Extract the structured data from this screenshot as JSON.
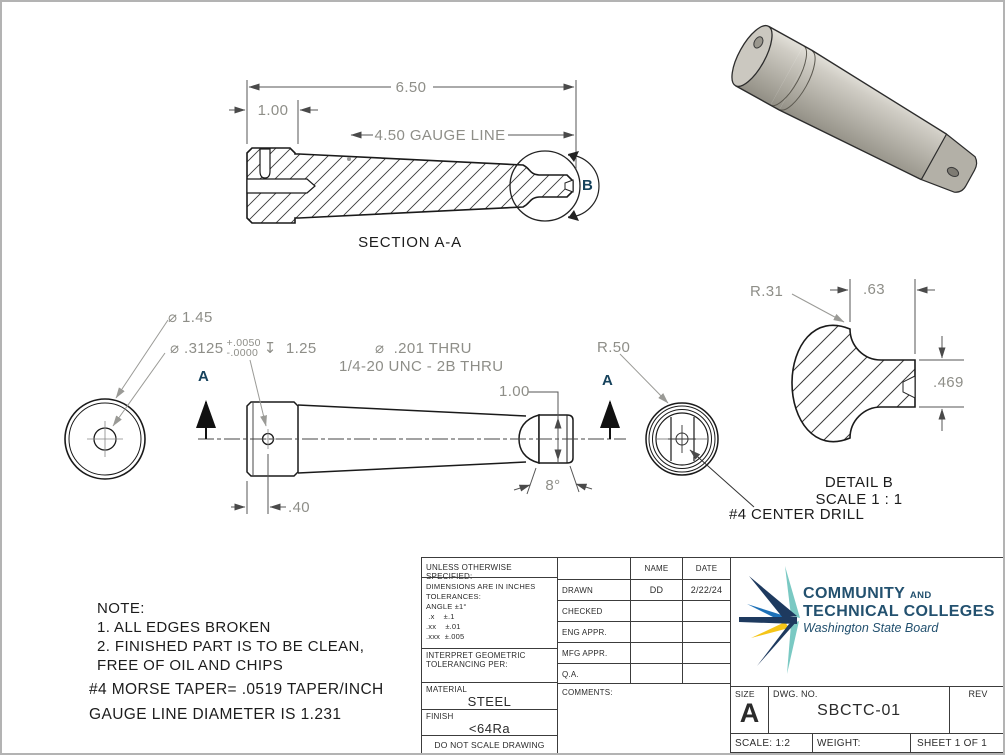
{
  "views": {
    "section": {
      "caption": "SECTION A-A",
      "dim_length": "6.50",
      "dim_pilot": "1.00",
      "dim_gauge": "4.50 GAUGE LINE",
      "detail_letter": "B"
    },
    "front": {
      "dia_outer": "⌀ 1.45",
      "dia_hole": "⌀ .3125",
      "tol_plus": "+.0050",
      "tol_minus": "-.0000",
      "depth": "↧  1.25",
      "thru_note_line1": "⌀  .201 THRU",
      "thru_note_line2": "1/4-20 UNC - 2B THRU",
      "dim_tang_dia": "1.00",
      "dim_hole_pos": ".40",
      "dim_angle": "8°",
      "radius_tang": "R.50",
      "section_letter": "A",
      "center_drill_note": "#4 CENTER DRILL"
    },
    "detail": {
      "caption_line1": "DETAIL B",
      "caption_line2": "SCALE 1 : 1",
      "radius": "R.31",
      "dim_width": ".63",
      "dim_height": ".469"
    }
  },
  "notes": {
    "line1": "NOTE:",
    "line2": "1. ALL EDGES BROKEN",
    "line3": "2. FINISHED PART IS TO BE CLEAN,",
    "line4": "FREE OF OIL AND CHIPS",
    "line5": "#4 MORSE TAPER= .0519 TAPER/INCH",
    "line6": "GAUGE LINE DIAMETER IS 1.231"
  },
  "title_block": {
    "unless": "UNLESS OTHERWISE SPECIFIED:",
    "dims_note": "DIMENSIONS ARE IN INCHES",
    "tolerances_label": "TOLERANCES:",
    "angle_tol": "ANGLE ±1°",
    "tol_x": " .x    ±.1",
    "tol_xx": ".xx    ±.01",
    "tol_xxx": ".xxx  ±.005",
    "interpret_line1": "INTERPRET GEOMETRIC",
    "interpret_line2": "TOLERANCING PER:",
    "material_label": "MATERIAL",
    "material_value": "STEEL",
    "finish_label": "FINISH",
    "finish_value": "<64Ra",
    "no_scale": "DO NOT SCALE DRAWING",
    "col_name": "NAME",
    "col_date": "DATE",
    "rows": [
      {
        "label": "DRAWN",
        "name": "DD",
        "date": "2/22/24"
      },
      {
        "label": "CHECKED",
        "name": "",
        "date": ""
      },
      {
        "label": "ENG APPR.",
        "name": "",
        "date": ""
      },
      {
        "label": "MFG APPR.",
        "name": "",
        "date": ""
      },
      {
        "label": "Q.A.",
        "name": "",
        "date": ""
      }
    ],
    "comments_label": "COMMENTS:",
    "size_label": "SIZE",
    "size_value": "A",
    "dwg_label": "DWG.  NO.",
    "dwg_value": "SBCTC-01",
    "rev_label": "REV",
    "scale": "SCALE: 1:2",
    "weight": "WEIGHT:",
    "sheet": "SHEET 1 OF 1"
  },
  "logo": {
    "line1_main": "COMMUNITY",
    "line1_small": "AND",
    "line2": "TECHNICAL COLLEGES",
    "line3": "Washington State Board"
  },
  "colors": {
    "dim_text": "#8e8e88",
    "line": "#1a1a1a",
    "logo_navy": "#23516f",
    "logo_teal": "#7ac9c3",
    "logo_blue": "#1d71b8",
    "logo_yellow": "#f5c518"
  }
}
